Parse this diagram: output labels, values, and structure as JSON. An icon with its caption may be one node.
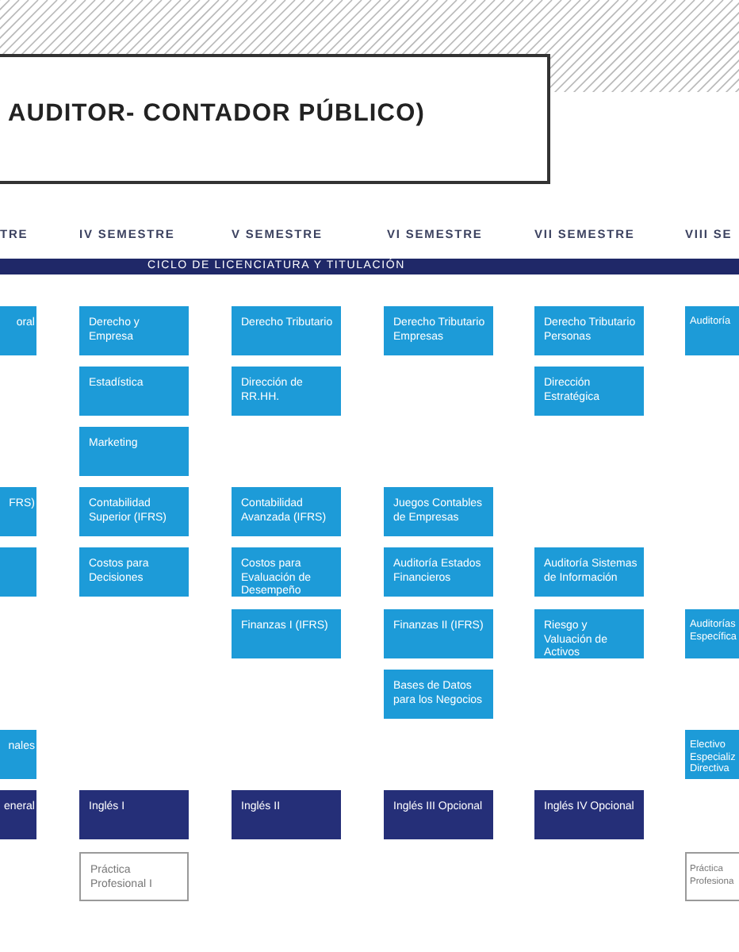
{
  "diagram": {
    "title": "AUDITOR- CONTADOR PÚBLICO)",
    "nodes": [
      {
        "text": [
          "CICLO DE LICENCIATURA Y TITULACIÓN"
        ]
      },
      {
        "text": [
          "oral"
        ]
      },
      {
        "text": [
          "Derecho y Empresa"
        ]
      },
      {
        "text": [
          "Derecho Tributario"
        ]
      },
      {
        "text": [
          "Derecho Tributario Empresas"
        ]
      },
      {
        "text": [
          "Derecho Tributario Personas"
        ]
      },
      {
        "text": [
          "Auditoría"
        ]
      },
      {
        "text": [
          "Estadística"
        ]
      },
      {
        "text": [
          "Dirección de RR.HH."
        ]
      },
      {
        "text": [
          "Dirección Estratégica"
        ]
      },
      {
        "text": [
          "Marketing"
        ]
      },
      {
        "text": [
          "FRS)"
        ]
      },
      {
        "text": [
          "Contabilidad Superior (IFRS)"
        ]
      },
      {
        "text": [
          "Contabilidad Avanzada (IFRS)"
        ]
      },
      {
        "text": [
          "Juegos Contables de Empresas"
        ]
      },
      {
        "text": [],
        "shape": "box"
      },
      {
        "text": [
          "Costos para Decisiones"
        ]
      },
      {
        "text": [
          "Costos para Evaluación de Desempeño"
        ]
      },
      {
        "text": [
          "Auditoría Estados Financieros"
        ]
      },
      {
        "text": [
          "Auditoría Sistemas de Información"
        ]
      },
      {
        "text": [
          "Finanzas I (IFRS)"
        ]
      },
      {
        "text": [
          "Finanzas II (IFRS)"
        ]
      },
      {
        "text": [
          "Riesgo y Valuación de Activos"
        ]
      },
      {
        "text": [
          "Auditorías Específica"
        ]
      },
      {
        "text": [
          "Bases de Datos para los Negocios"
        ]
      },
      {
        "text": [
          "nales"
        ]
      },
      {
        "text": [
          "Electivo Especializ Directiva"
        ]
      },
      {
        "text": [
          "eneral"
        ]
      },
      {
        "text": [
          "Inglés I"
        ]
      },
      {
        "text": [
          "Inglés II"
        ]
      },
      {
        "text": [
          "Inglés III Opcional"
        ]
      },
      {
        "text": [
          "Inglés IV Opcional"
        ]
      },
      {
        "text": [
          "Práctica Profesional I"
        ]
      },
      {
        "text": [
          "Práctica Profesiona"
        ]
      }
    ],
    "labels": [
      "TRE",
      "IV SEMESTRE",
      "V SEMESTRE",
      "VI SEMESTRE",
      "VII SEMESTRE",
      "VIII SE"
    ]
  }
}
